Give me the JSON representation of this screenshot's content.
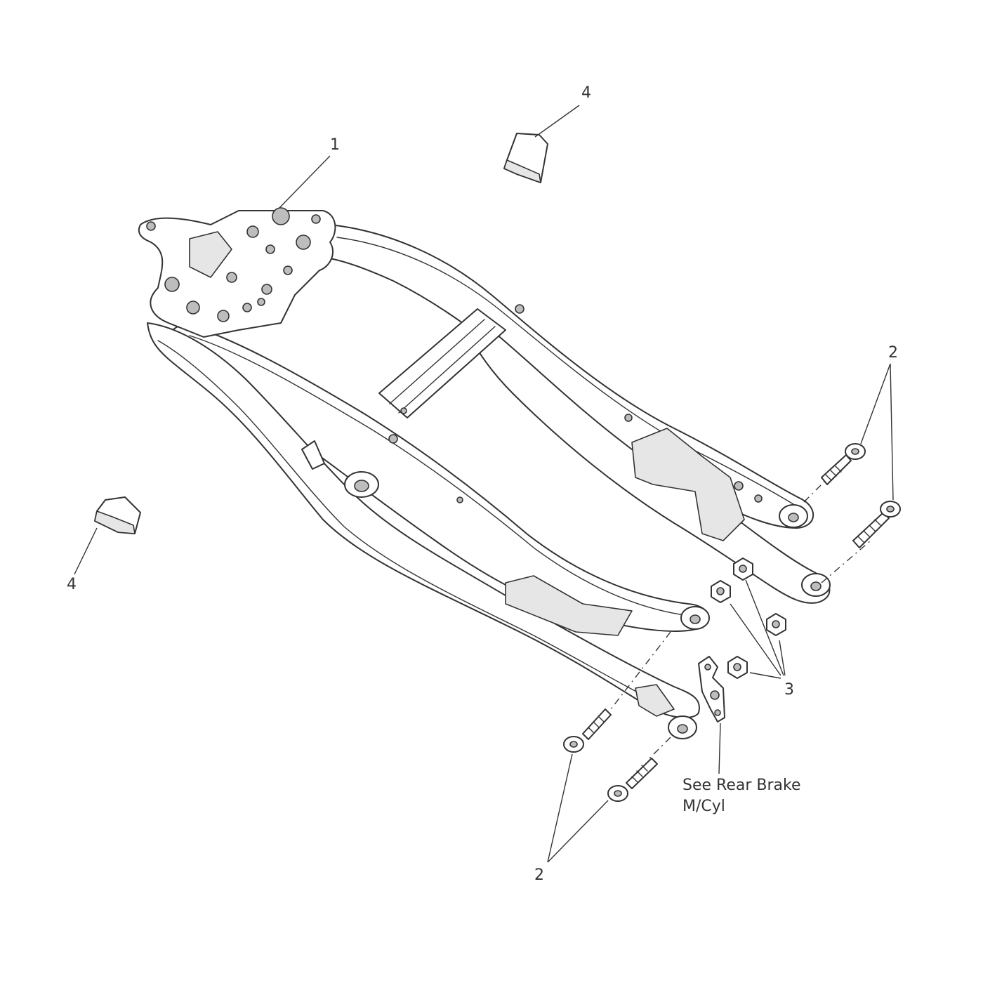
{
  "callouts": {
    "frame": "1",
    "bolt_right": "2",
    "bolt_bottom": "2",
    "nut": "3",
    "bumper_top": "4",
    "bumper_left": "4"
  },
  "note": {
    "line1": "See Rear Brake",
    "line2": "M/Cyl"
  }
}
